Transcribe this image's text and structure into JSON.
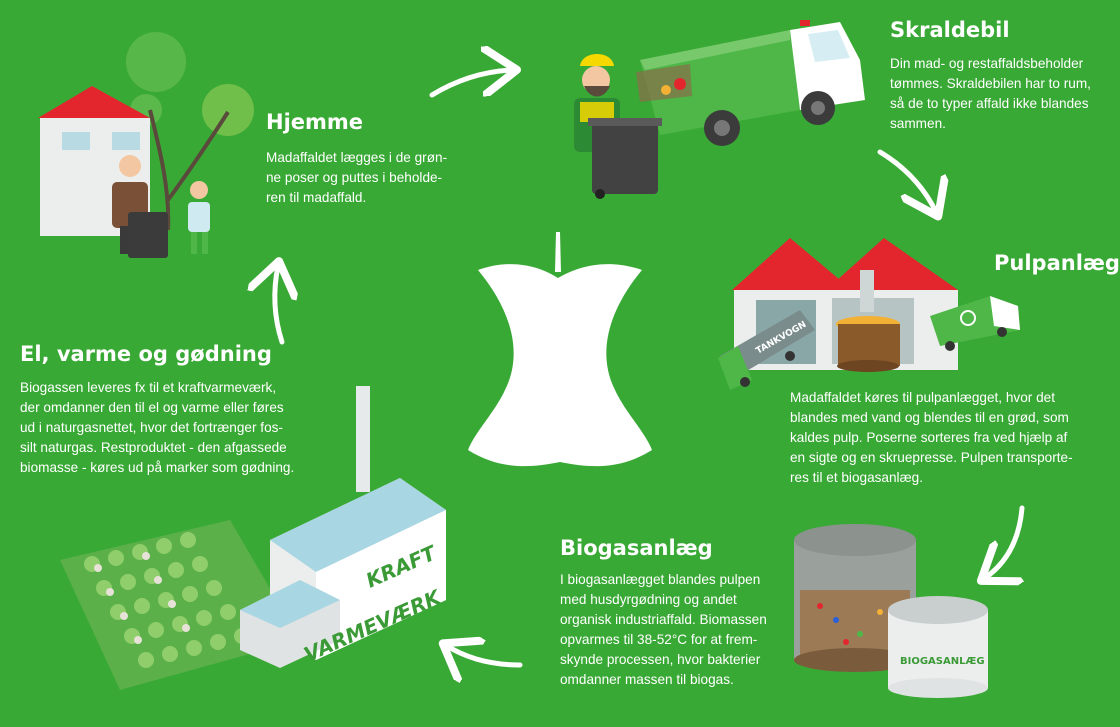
{
  "colors": {
    "background": "#39a935",
    "roof": "#e3262e",
    "text": "#ffffff",
    "truck_green": "#4eb748",
    "dark_green": "#2c8a35"
  },
  "steps": {
    "hjemme": {
      "title": "Hjemme",
      "lines": [
        "Madaffaldet lægges i de grøn-",
        "ne poser og puttes i beholde-",
        "ren til madaffald."
      ]
    },
    "skraldebil": {
      "title": "Skraldebil",
      "lines": [
        "Din mad- og restaffaldsbeholder",
        "tømmes. Skraldebilen har to rum,",
        "så de to typer affald ikke blandes",
        "sammen."
      ]
    },
    "pulpanlaeg": {
      "title": "Pulpanlæg",
      "lines": [
        "Madaffaldet køres til pulpanlægget, hvor det",
        "blandes med vand og blendes til en grød, som",
        "kaldes pulp. Poserne sorteres fra ved hjælp af",
        "en sigte og en skruepresse. Pulpen transporte-",
        "res til et biogasanlæg."
      ]
    },
    "biogasanlaeg": {
      "title": "Biogasanlæg",
      "lines": [
        "I biogasanlægget blandes pulpen",
        "med husdyrgødning og andet",
        "organisk industriaffald. Biomassen",
        "opvarmes til 38-52°C for at frem-",
        "skynde processen, hvor bakterier",
        "omdanner massen til biogas."
      ]
    },
    "el": {
      "title": "El, varme og gødning",
      "lines": [
        "Biogassen leveres fx til et kraftvarmeværk,",
        "der omdanner den til el og varme eller føres",
        "ud i naturgasnettet, hvor det fortrænger fos-",
        "silt naturgas. Restproduktet - den afgassede",
        "biomasse - køres ud på marker som gødning."
      ]
    }
  },
  "labels": {
    "tankvogn": "TANKVOGN",
    "biogas_tank": "BIOGASANLÆG",
    "kraft": "KRAFT",
    "varmevaerk": "VARMEVÆRK"
  },
  "icons": {
    "center": "apple-core-icon",
    "recycle": "recycle-icon"
  }
}
